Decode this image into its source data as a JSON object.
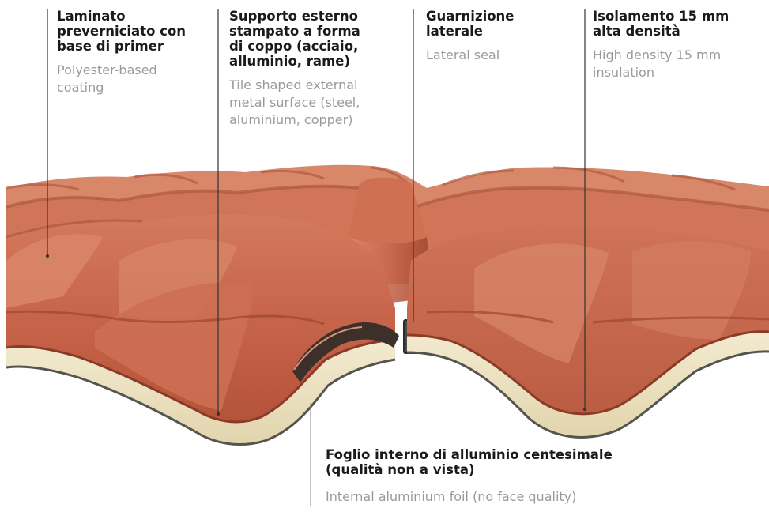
{
  "labels": {
    "coating": {
      "it": "Laminato\npreverniciato con\nbase di primer",
      "en": "Polyester-based\ncoating"
    },
    "surface": {
      "it": "Supporto esterno\nstampato a forma\ndi coppo (acciaio,\nalluminio, rame)",
      "en": "Tile shaped external\nmetal surface (steel,\naluminium, copper)"
    },
    "seal": {
      "it": "Guarnizione\nlaterale",
      "en": "Lateral seal"
    },
    "insulation": {
      "it": "Isolamento 15 mm\nalta densità",
      "en": "High density 15 mm\ninsulation"
    },
    "foil": {
      "it": "Foglio interno di alluminio centesimale\n(qualità non a vista)",
      "en": "Internal aluminium foil (no face quality)"
    }
  },
  "colors": {
    "tile": "#c7664e",
    "tile_light": "#dc8669",
    "tile_dark": "#8e3b26",
    "insulation": "#ede3c2",
    "foil": "#5b5b57",
    "seal": "#2a2a2a",
    "leader": "#333333",
    "label_it": "#1a1a1a",
    "label_en": "#9a9a9a"
  }
}
